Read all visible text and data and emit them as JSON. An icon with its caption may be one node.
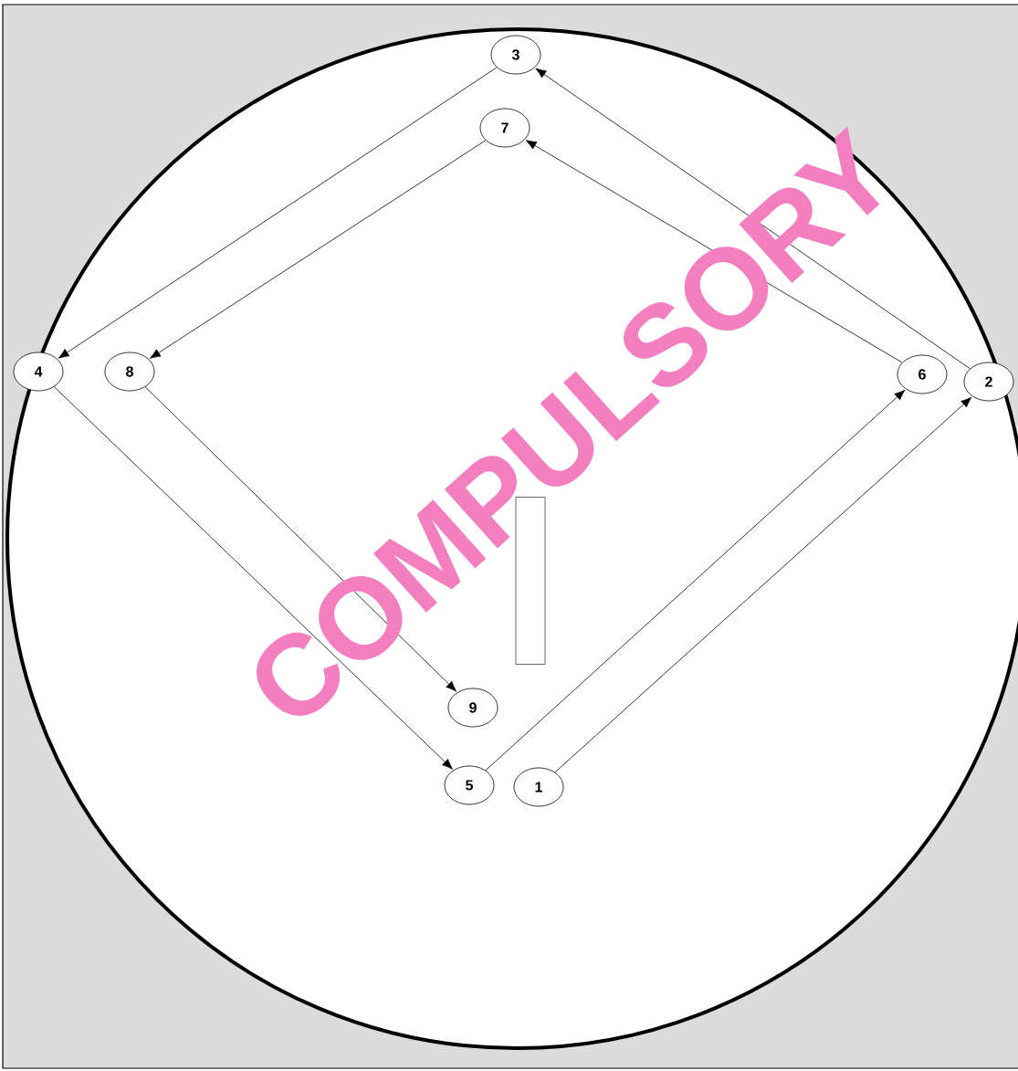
{
  "diagram": {
    "nodes": [
      {
        "text": [
          "3"
        ]
      },
      {
        "text": [
          "7"
        ]
      },
      {
        "text": [
          "4"
        ]
      },
      {
        "text": [
          "8"
        ]
      },
      {
        "text": [
          "6"
        ]
      },
      {
        "text": [
          "2"
        ]
      },
      {
        "text": [
          "9"
        ]
      },
      {
        "text": [
          "5"
        ]
      },
      {
        "text": [
          "1"
        ]
      },
      {
        "text": [],
        "shape": "box"
      }
    ],
    "edges": [
      {
        "from": 8,
        "to": 5,
        "arrow": "to"
      },
      {
        "from": 5,
        "to": 0,
        "arrow": "to"
      },
      {
        "from": 0,
        "to": 2,
        "arrow": "to"
      },
      {
        "from": 2,
        "to": 7,
        "arrow": "to"
      },
      {
        "from": 7,
        "to": 4,
        "arrow": "to"
      },
      {
        "from": 4,
        "to": 1,
        "arrow": "to"
      },
      {
        "from": 1,
        "to": 3,
        "arrow": "to"
      },
      {
        "from": 3,
        "to": 6,
        "arrow": "to"
      }
    ],
    "labels": [
      "COMPULSORY"
    ]
  }
}
